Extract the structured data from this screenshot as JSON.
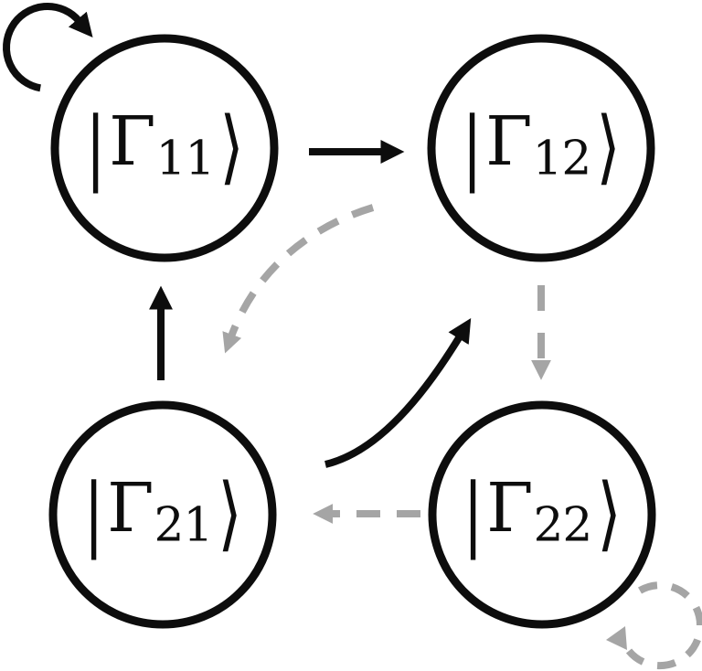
{
  "diagram": {
    "description": "State transition diagram with four quantum ket states",
    "colors": {
      "background": "#ffffff",
      "node_fill": "#ffffff",
      "node_stroke": "#0d0d0d",
      "solid_edge": "#0d0d0d",
      "dashed_edge": "#a5a5a5"
    },
    "nodes": [
      {
        "id": "gamma-11",
        "ket_open": "|",
        "symbol": "Γ",
        "subscript": "11",
        "ket_close": "⟩"
      },
      {
        "id": "gamma-12",
        "ket_open": "|",
        "symbol": "Γ",
        "subscript": "12",
        "ket_close": "⟩"
      },
      {
        "id": "gamma-21",
        "ket_open": "|",
        "symbol": "Γ",
        "subscript": "21",
        "ket_close": "⟩"
      },
      {
        "id": "gamma-22",
        "ket_open": "|",
        "symbol": "Γ",
        "subscript": "22",
        "ket_close": "⟩"
      }
    ],
    "edges": [
      {
        "from": "gamma-11",
        "to": "gamma-11",
        "style": "solid",
        "shape": "self-loop"
      },
      {
        "from": "gamma-11",
        "to": "gamma-12",
        "style": "solid",
        "shape": "straight"
      },
      {
        "from": "gamma-21",
        "to": "gamma-11",
        "style": "solid",
        "shape": "straight"
      },
      {
        "from": "gamma-21",
        "to": "gamma-12",
        "style": "solid",
        "shape": "curved"
      },
      {
        "from": "gamma-12",
        "to": "gamma-21",
        "style": "dashed",
        "shape": "curved"
      },
      {
        "from": "gamma-12",
        "to": "gamma-22",
        "style": "dashed",
        "shape": "straight"
      },
      {
        "from": "gamma-22",
        "to": "gamma-21",
        "style": "dashed",
        "shape": "straight"
      },
      {
        "from": "gamma-22",
        "to": "gamma-22",
        "style": "dashed",
        "shape": "self-loop"
      }
    ]
  }
}
